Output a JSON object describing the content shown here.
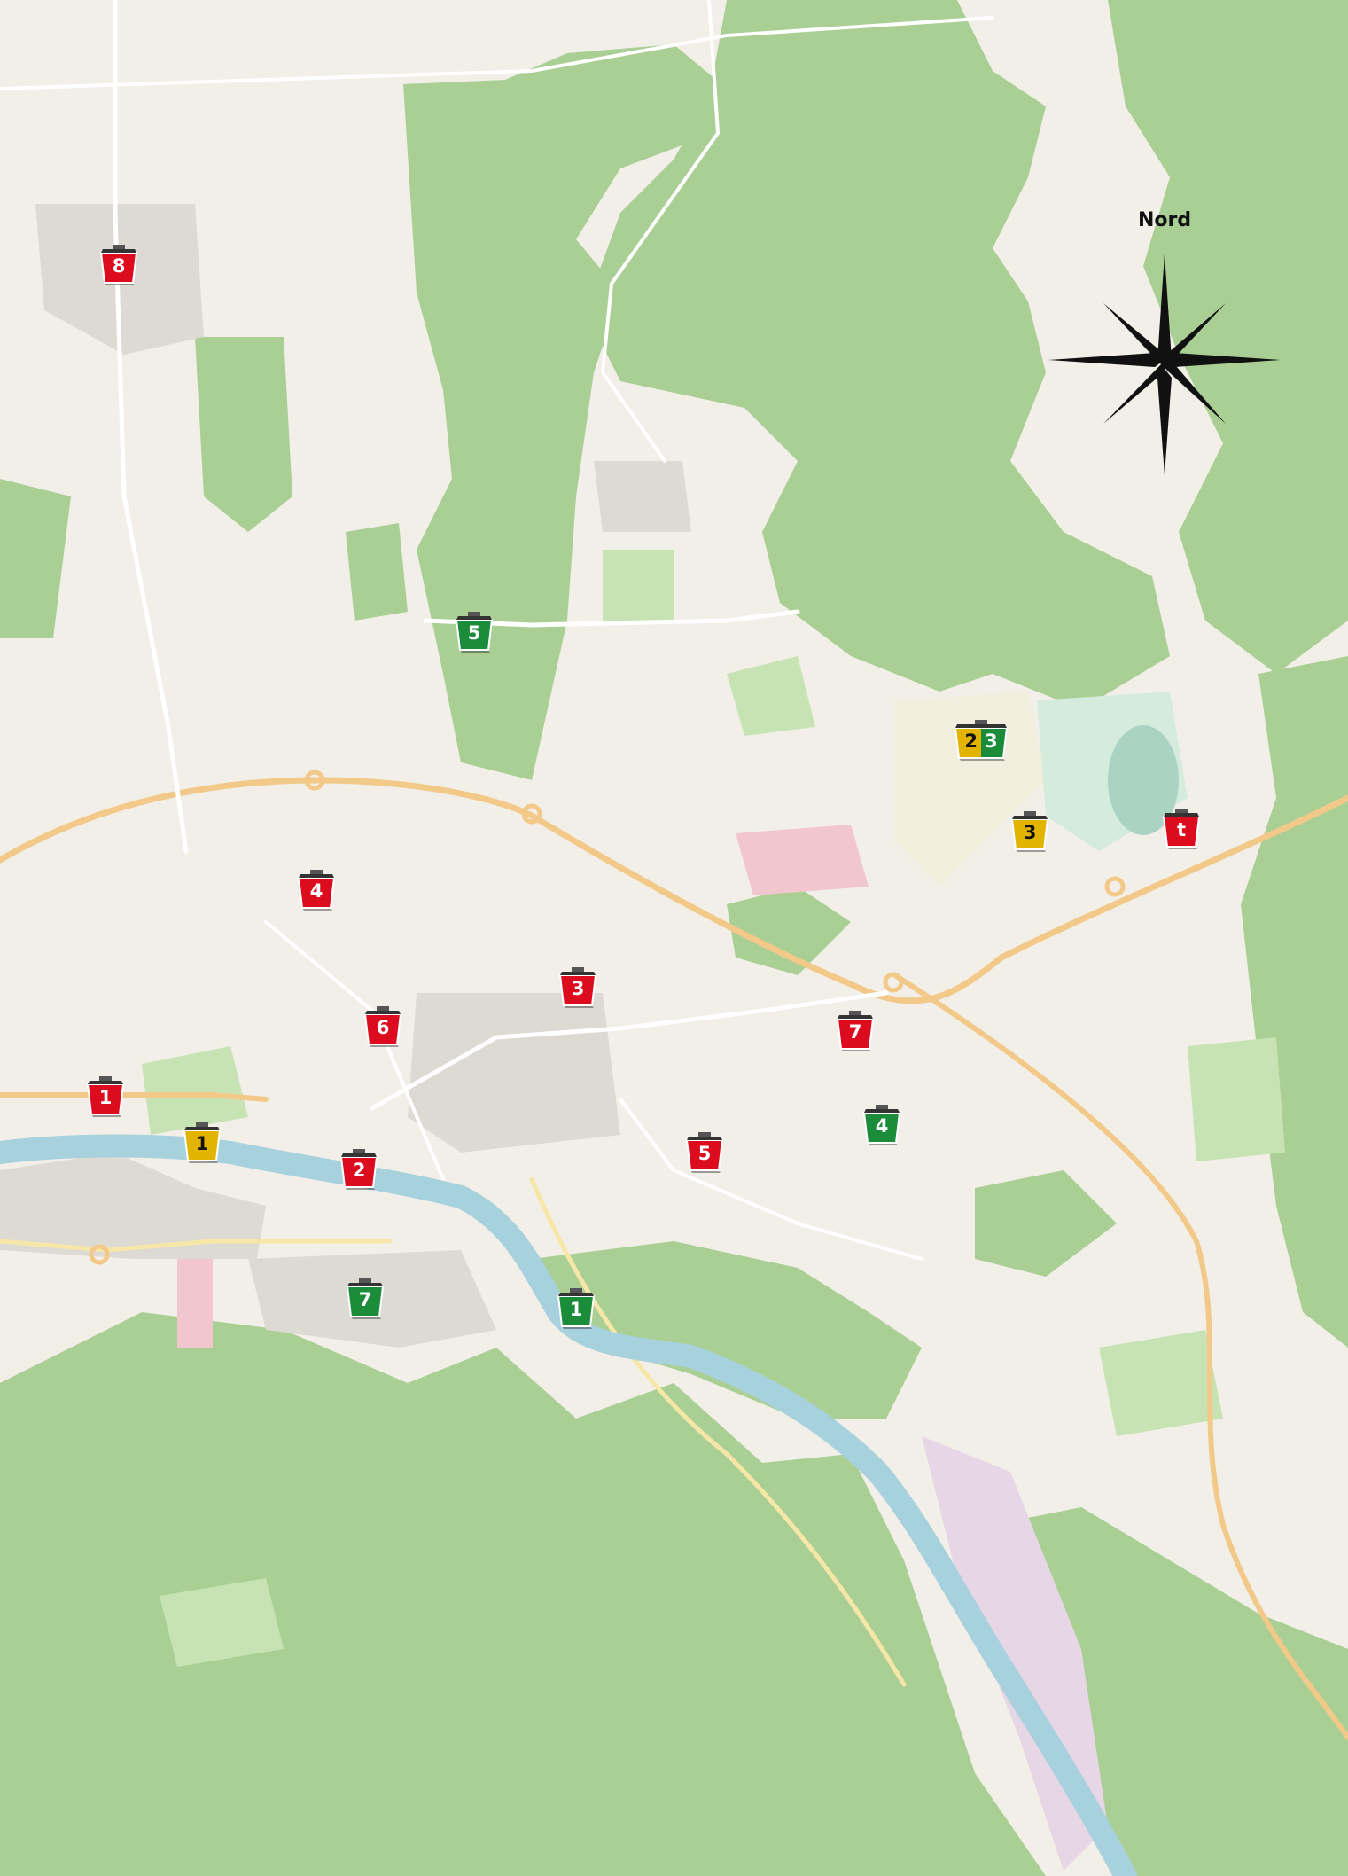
{
  "compass": {
    "label": "Nord",
    "icon": "compass-rose-icon"
  },
  "colors": {
    "red": "#dd0b1e",
    "green": "#1a8c3a",
    "yellow": "#e2b400",
    "river": "#a8d1de",
    "forest": "#a9cf95",
    "land": "#f2efe9",
    "road_main": "#f3c98a"
  },
  "markers": {
    "red": [
      {
        "label": "8"
      },
      {
        "label": "4"
      },
      {
        "label": "3"
      },
      {
        "label": "6"
      },
      {
        "label": "1"
      },
      {
        "label": "2"
      },
      {
        "label": "5"
      },
      {
        "label": "7"
      },
      {
        "label": "t"
      }
    ],
    "green": [
      {
        "label": "5"
      },
      {
        "label": "4"
      },
      {
        "label": "7"
      },
      {
        "label": "1"
      }
    ],
    "yellow": [
      {
        "label": "3"
      },
      {
        "label": "1"
      }
    ],
    "mixed": [
      {
        "label_left": "2",
        "label_right": "3"
      }
    ]
  }
}
